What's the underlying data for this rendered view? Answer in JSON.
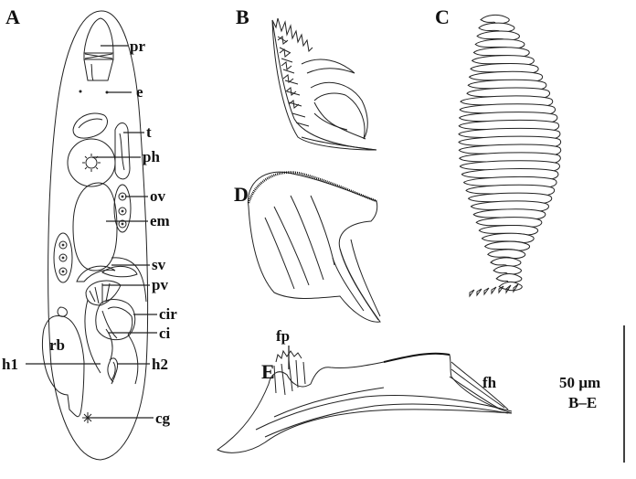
{
  "panels": [
    "A",
    "B",
    "C",
    "D",
    "E"
  ],
  "labels_a": [
    "pr",
    "e",
    "t",
    "ph",
    "ov",
    "em",
    "sv",
    "pv",
    "cir",
    "ci",
    "rb",
    "h1",
    "h2",
    "cg"
  ],
  "labels_e": [
    "fp",
    "fh"
  ],
  "scale": {
    "length": "50 µm",
    "applies_to": "B–E"
  }
}
